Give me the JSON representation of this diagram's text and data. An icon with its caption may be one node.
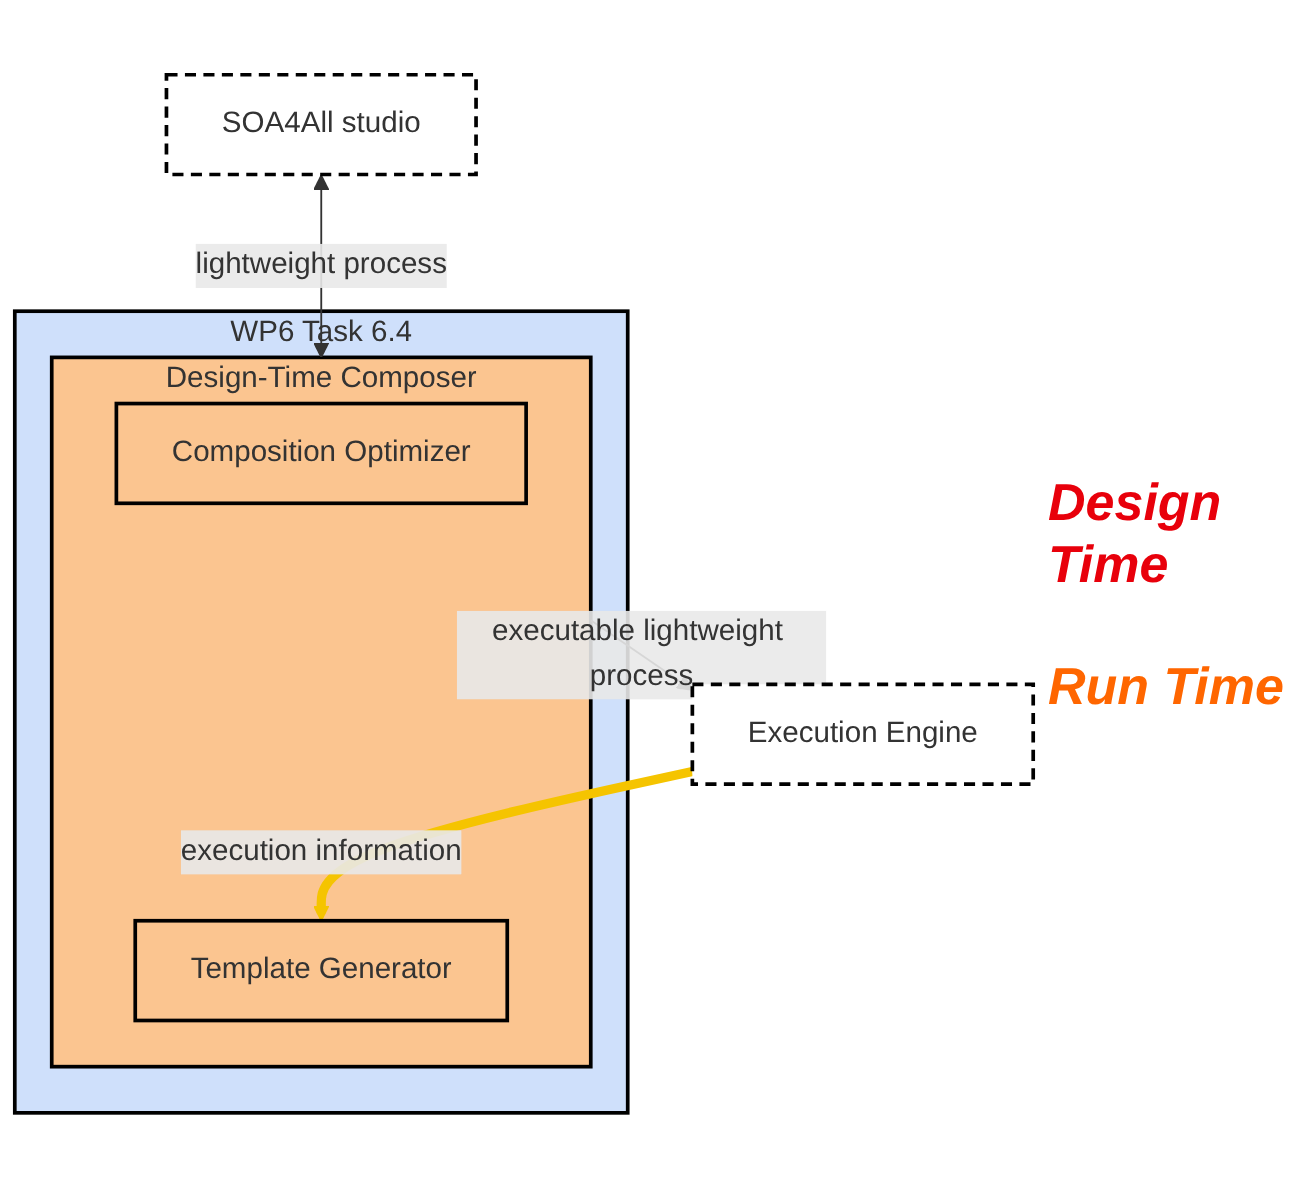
{
  "diagram": {
    "nodes": [
      {
        "text": [
          "SOA4All studio"
        ]
      },
      {
        "text": [
          "WP6",
          "Task 6.4"
        ]
      },
      {
        "text": [
          "Design-Time Composer"
        ],
        "in": 1
      },
      {
        "text": [
          "Composition Optimizer"
        ],
        "in": 2
      },
      {
        "text": [
          "Template Generator"
        ],
        "in": 2
      },
      {
        "text": [
          "Execution Engine"
        ]
      }
    ],
    "edges": [
      {
        "from": 0,
        "to": 2,
        "arrow": "both",
        "label": "lightweight process"
      },
      {
        "from": 2,
        "to": 5,
        "arrow": "to",
        "label": "executable lightweight process"
      },
      {
        "from": 5,
        "to": 4,
        "arrow": "to",
        "label": "execution information",
        "style": "thick",
        "color": "#f5c400"
      }
    ],
    "labels": [
      "Design Time",
      "Run Time"
    ]
  }
}
